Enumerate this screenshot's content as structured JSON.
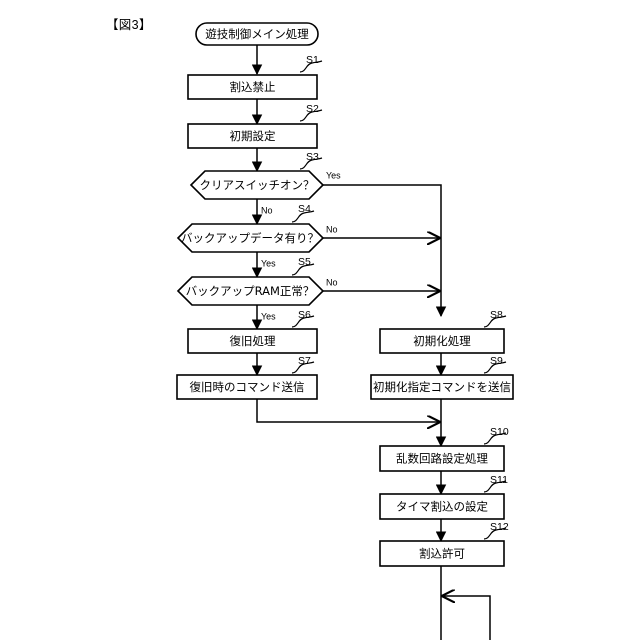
{
  "figure": {
    "label": "【図3】",
    "title_note": "遊技制御メイン処理 フローチャート"
  },
  "nodes": {
    "start": {
      "text": "遊技制御メイン処理",
      "shape": "stadium",
      "step": ""
    },
    "s1": {
      "text": "割込禁止",
      "shape": "process",
      "step": "S1"
    },
    "s2": {
      "text": "初期設定",
      "shape": "process",
      "step": "S2"
    },
    "s3": {
      "text": "クリアスイッチオン？",
      "shape": "decision",
      "step": "S3"
    },
    "s4": {
      "text": "バックアップデータ有り？",
      "shape": "decision",
      "step": "S4"
    },
    "s5": {
      "text": "バックアップRAM正常？",
      "shape": "decision",
      "step": "S5"
    },
    "s6": {
      "text": "復旧処理",
      "shape": "process",
      "step": "S6"
    },
    "s7": {
      "text": "復旧時のコマンド送信",
      "shape": "process",
      "step": "S7"
    },
    "s8": {
      "text": "初期化処理",
      "shape": "process",
      "step": "S8"
    },
    "s9": {
      "text": "初期化指定コマンドを送信",
      "shape": "process",
      "step": "S9"
    },
    "s10": {
      "text": "乱数回路設定処理",
      "shape": "process",
      "step": "S10"
    },
    "s11": {
      "text": "タイマ割込の設定",
      "shape": "process",
      "step": "S11"
    },
    "s12": {
      "text": "割込許可",
      "shape": "process",
      "step": "S12"
    }
  },
  "branch_labels": {
    "s3_yes": "Yes",
    "s3_no": "No",
    "s4_no": "No",
    "s4_yes": "Yes",
    "s5_no": "No",
    "s5_yes": "Yes"
  },
  "colors": {
    "stroke": "#000000",
    "fill": "#ffffff",
    "background": "#ffffff"
  },
  "flow": {
    "edges": [
      {
        "from": "start",
        "to": "s1",
        "label": ""
      },
      {
        "from": "s1",
        "to": "s2",
        "label": ""
      },
      {
        "from": "s2",
        "to": "s3",
        "label": ""
      },
      {
        "from": "s3",
        "to": "s4",
        "label": "No"
      },
      {
        "from": "s3",
        "to": "s8",
        "label": "Yes"
      },
      {
        "from": "s4",
        "to": "s5",
        "label": "Yes"
      },
      {
        "from": "s4",
        "to": "s8",
        "label": "No"
      },
      {
        "from": "s5",
        "to": "s6",
        "label": "Yes"
      },
      {
        "from": "s5",
        "to": "s8",
        "label": "No"
      },
      {
        "from": "s6",
        "to": "s7",
        "label": ""
      },
      {
        "from": "s7",
        "to": "s10",
        "label": ""
      },
      {
        "from": "s8",
        "to": "s9",
        "label": ""
      },
      {
        "from": "s9",
        "to": "s10",
        "label": ""
      },
      {
        "from": "s10",
        "to": "s11",
        "label": ""
      },
      {
        "from": "s11",
        "to": "s12",
        "label": ""
      },
      {
        "from": "s12",
        "to": "loop",
        "label": ""
      }
    ]
  }
}
